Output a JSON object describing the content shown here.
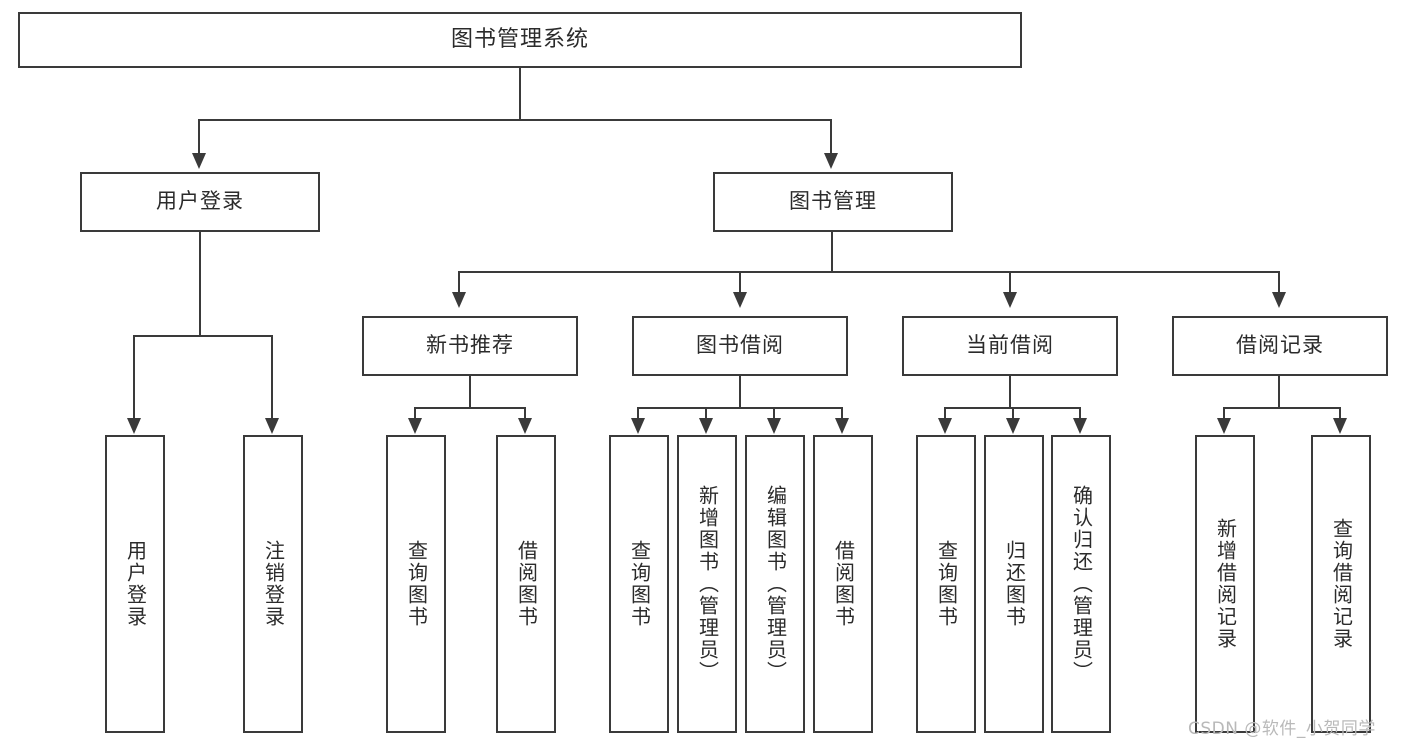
{
  "diagram": {
    "title": "图书管理系统",
    "type": "hierarchy-tree",
    "root": {
      "label": "图书管理系统"
    },
    "level1": [
      {
        "label": "用户登录"
      },
      {
        "label": "图书管理"
      }
    ],
    "level2": [
      {
        "label": "新书推荐"
      },
      {
        "label": "图书借阅"
      },
      {
        "label": "当前借阅"
      },
      {
        "label": "借阅记录"
      }
    ],
    "leaves": {
      "user_login": [
        {
          "label": "用户登录"
        },
        {
          "label": "注销登录"
        }
      ],
      "new_book_recommend": [
        {
          "label": "查询图书"
        },
        {
          "label": "借阅图书"
        }
      ],
      "book_borrow": [
        {
          "label": "查询图书"
        },
        {
          "label": "新增图书（管理员）"
        },
        {
          "label": "编辑图书（管理员）"
        },
        {
          "label": "借阅图书"
        }
      ],
      "current_borrow": [
        {
          "label": "查询图书"
        },
        {
          "label": "归还图书"
        },
        {
          "label": "确认归还（管理员）"
        }
      ],
      "borrow_record": [
        {
          "label": "新增借阅记录"
        },
        {
          "label": "查询借阅记录"
        }
      ]
    }
  },
  "watermark": {
    "text": "CSDN @软件_小贺同学"
  },
  "colors": {
    "stroke": "#3a3a3a",
    "text": "#2b2b2b",
    "background": "#ffffff",
    "watermark": "#b9b9b9"
  }
}
